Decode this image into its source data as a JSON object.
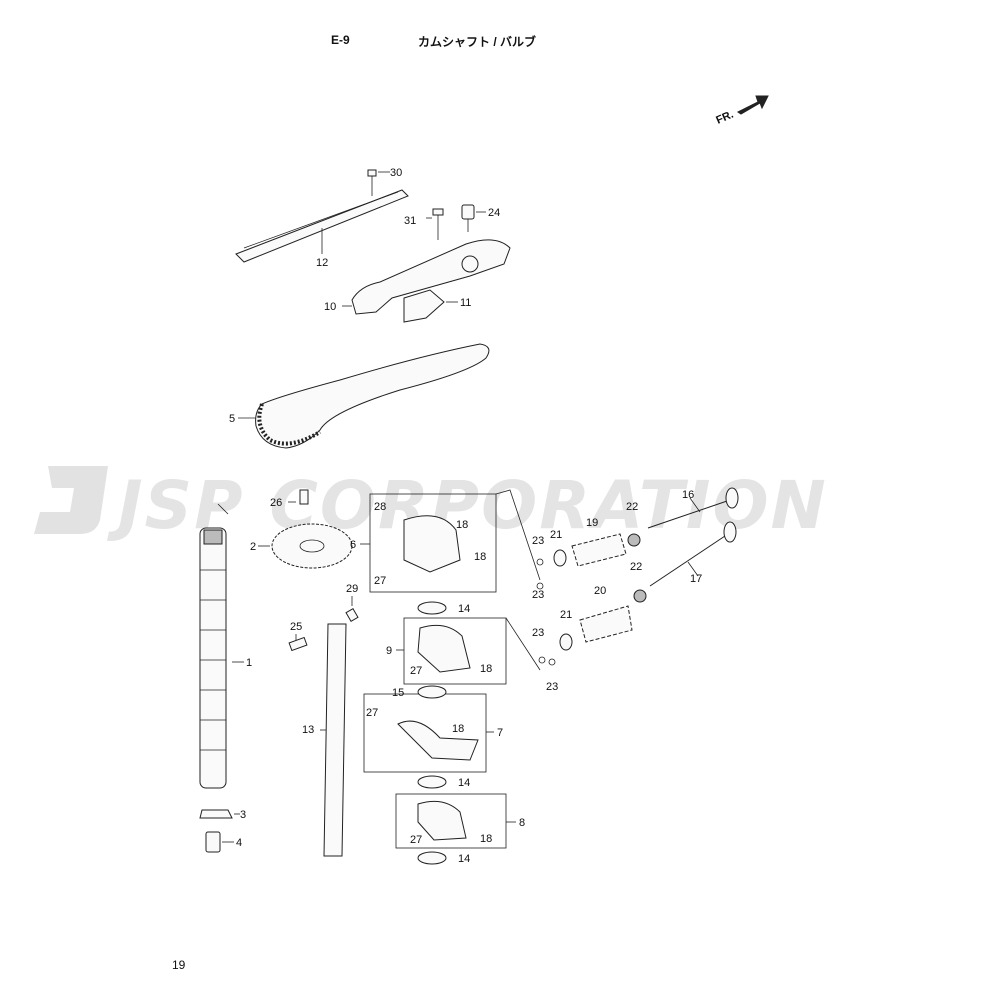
{
  "header": {
    "code": "E-9",
    "title": "カムシャフト / バルブ"
  },
  "page_number": "19",
  "direction_marker": {
    "label": "FR.",
    "icon": "arrow-icon"
  },
  "watermark": "JSP CORPORATION",
  "callouts": [
    "1",
    "2",
    "3",
    "4",
    "5",
    "6",
    "7",
    "8",
    "9",
    "10",
    "11",
    "12",
    "13",
    "14",
    "15",
    "16",
    "17",
    "18",
    "19",
    "20",
    "21",
    "22",
    "23",
    "24",
    "25",
    "26",
    "27",
    "28",
    "29",
    "30",
    "31"
  ]
}
